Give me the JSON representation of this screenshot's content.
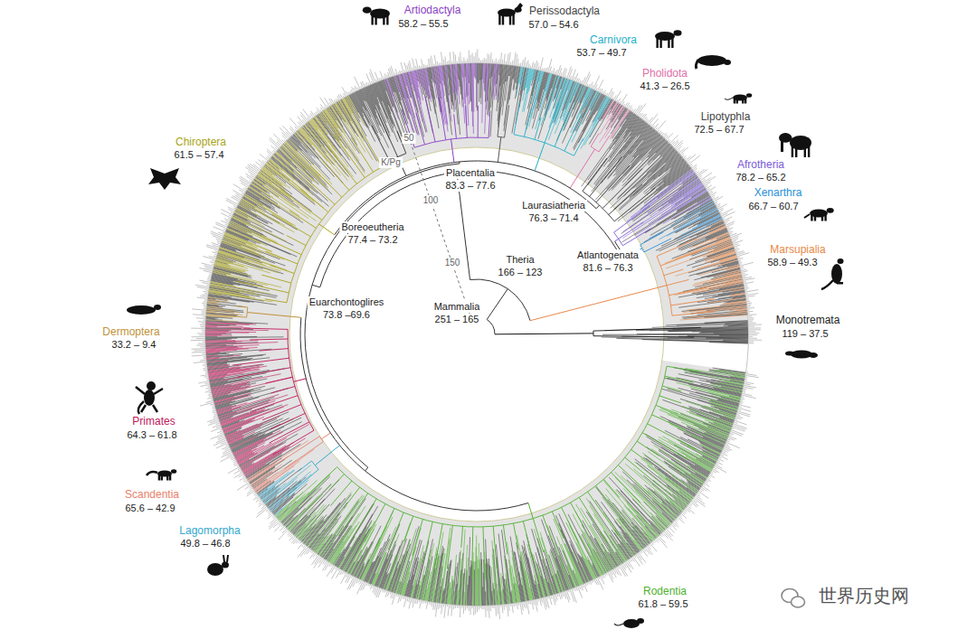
{
  "diagram": {
    "labels": [
      "Artiodactyla",
      "58.2 – 55.5",
      "Perissodactyla",
      "57.0 – 54.6",
      "Carnivora",
      "53.7 – 49.7",
      "Pholidota",
      "41.3 – 26.5",
      "Lipotyphla",
      "72.5 – 67.7",
      "Afrotheria",
      "78.2 – 65.2",
      "Xenarthra",
      "66.7 – 60.7",
      "Marsupialia",
      "58.9 – 49.3",
      "Monotremata",
      "119 – 37.5",
      "Chiroptera",
      "61.5 – 57.4",
      "Dermoptera",
      "33.2 – 9.4",
      "Primates",
      "64.3 – 61.8",
      "Scandentia",
      "65.6 – 42.9",
      "Lagomorpha",
      "49.8 – 46.8",
      "Rodentia",
      "61.8 – 59.5",
      "Placentalia",
      "83.3 – 77.6",
      "Boreoeutheria",
      "77.4 – 73.2",
      "Laurasiatheria",
      "76.3 – 71.4",
      "Theria",
      "166 – 123",
      "Atlantogenata",
      "81.6 – 76.3",
      "Euarchontoglires",
      "73.8 –69.6",
      "Mammalia",
      "251 – 165",
      "50",
      "100",
      "150",
      "K/Pg",
      "世界历史网"
    ]
  }
}
